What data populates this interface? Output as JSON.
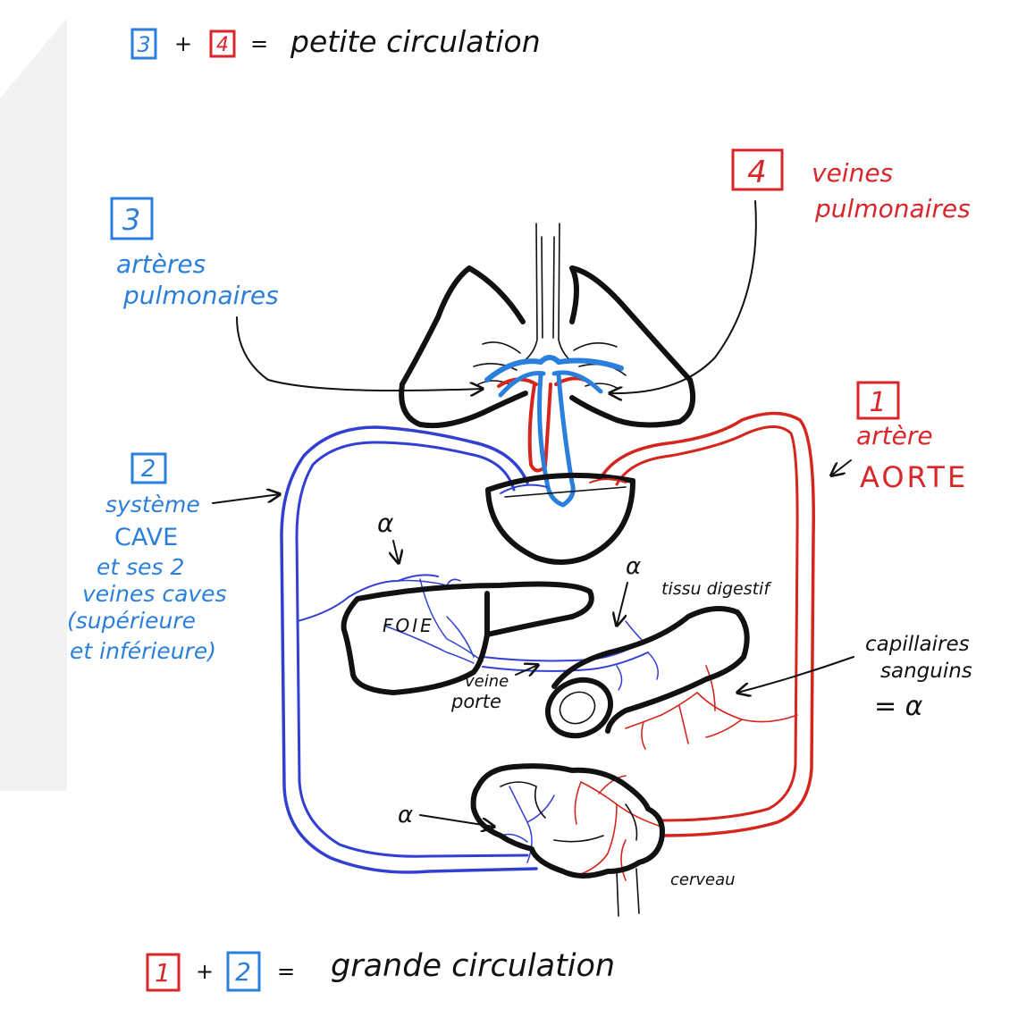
{
  "top_equation": {
    "box_a": "3",
    "plus": "+",
    "box_b": "4",
    "equals": "=",
    "result": "petite circulation"
  },
  "labels": {
    "arteres_pulmonaires": {
      "number": "3",
      "line1": "artères",
      "line2": "pulmonaires"
    },
    "veines_pulmonaires": {
      "number": "4",
      "line1": "veines",
      "line2": "pulmonaires"
    },
    "aorte": {
      "number": "1",
      "line1": "artère",
      "line2": "AORTE"
    },
    "systeme_cave": {
      "number": "2",
      "lines": [
        "système",
        "CAVE",
        "et ses 2",
        "veines caves",
        "(supérieure",
        "et inférieure)"
      ]
    },
    "foie": "FOIE",
    "veine_porte": {
      "line1": "veine",
      "line2": "porte"
    },
    "tissu_digestif": "tissu digestif",
    "capillaires": {
      "line1": "capillaires",
      "line2": "sanguins",
      "line3": "= α"
    },
    "cerveau": "cerveau",
    "alpha_liver": "α",
    "alpha_gut": "α",
    "alpha_brain": "α"
  },
  "bottom_equation": {
    "box_a": "1",
    "plus": "+",
    "box_b": "2",
    "equals": "=",
    "result": "grande circulation"
  },
  "colors": {
    "label_blue": "#2b7fdc",
    "label_red": "#d9262b",
    "vessel_blue": "#3240d2",
    "vessel_red": "#d4261c",
    "ink": "#111111"
  }
}
